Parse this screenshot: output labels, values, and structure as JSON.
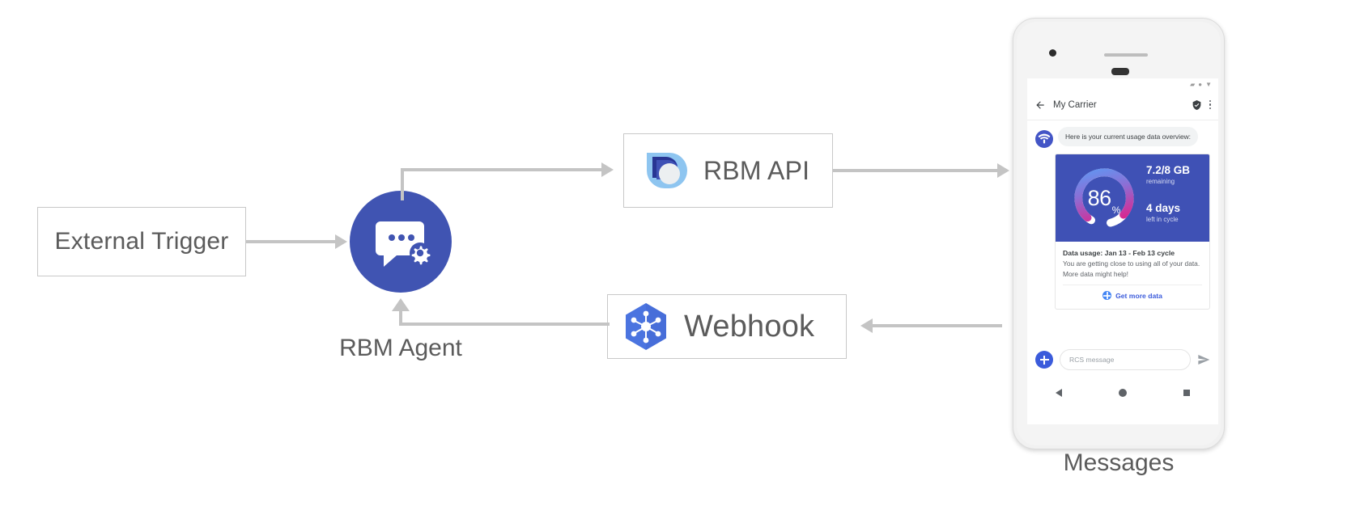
{
  "diagram": {
    "nodes": {
      "external_trigger": {
        "label": "External Trigger"
      },
      "rbm_agent": {
        "caption": "RBM Agent",
        "icon": "chat-gear-icon"
      },
      "rbm_api": {
        "label": "RBM API",
        "icon": "rbm-api-logo-icon"
      },
      "webhook": {
        "label": "Webhook",
        "icon": "webhook-hexagon-icon"
      },
      "messages": {
        "caption": "Messages"
      }
    },
    "connectors": [
      {
        "from": "external-trigger",
        "to": "rbm-agent",
        "direction": "right"
      },
      {
        "from": "rbm-agent",
        "to": "rbm-api",
        "direction": "right"
      },
      {
        "from": "rbm-api",
        "to": "messages",
        "direction": "right"
      },
      {
        "from": "messages",
        "to": "webhook",
        "direction": "left"
      },
      {
        "from": "webhook",
        "to": "rbm-agent",
        "direction": "up"
      }
    ]
  },
  "phone": {
    "statusbar": {
      "icons": [
        "signal-icon",
        "wifi-icon",
        "battery-icon"
      ]
    },
    "appbar": {
      "back_icon": "back-arrow-icon",
      "title": "My Carrier",
      "verified_icon": "verified-shield-icon",
      "menu_icon": "overflow-menu-icon"
    },
    "conversation": {
      "incoming_message": "Here is your current usage data overview:",
      "card": {
        "gauge": {
          "percent": "86",
          "percent_symbol": "%",
          "value": 86
        },
        "data_remaining": "7.2/8 GB",
        "data_remaining_sub": "remaining",
        "days_left": "4 days",
        "days_left_sub": "left in cycle",
        "title": "Data usage: Jan 13 - Feb 13 cycle",
        "body_line1": "You are getting close to using all of your data.",
        "body_line2": "More data might help!",
        "action_label": "Get more data",
        "action_icon": "globe-icon"
      }
    },
    "composer": {
      "add_icon": "plus-icon",
      "placeholder": "RCS message",
      "send_icon": "send-icon"
    },
    "navbar": {
      "back": "nav-back-icon",
      "home": "nav-home-icon",
      "recents": "nav-recents-icon"
    }
  },
  "colors": {
    "agent_blue": "#4054b2",
    "card_blue": "#3f51b5",
    "link_blue": "#3b5bdb",
    "line_gray": "#c4c4c4",
    "text_gray": "#5b5b5b"
  }
}
